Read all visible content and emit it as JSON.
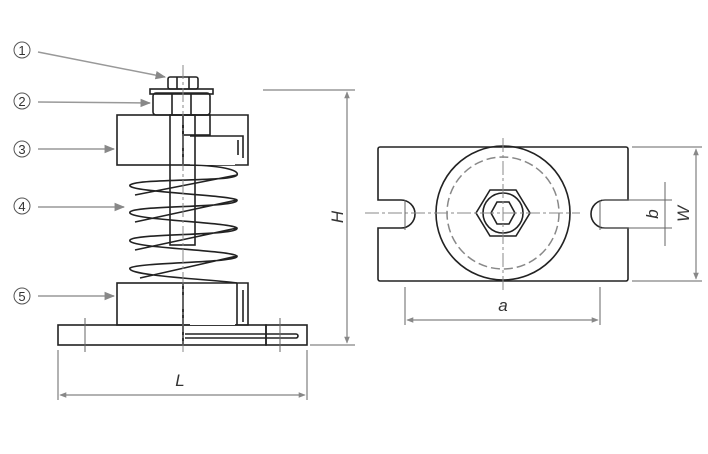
{
  "callouts": [
    "1",
    "2",
    "3",
    "4",
    "5"
  ],
  "dimensions": {
    "H": "H",
    "L": "L",
    "a": "a",
    "b": "b",
    "W": "W"
  },
  "colors": {
    "rubber": "#555555",
    "bracket": "#d7bd86",
    "line": "#222222"
  }
}
